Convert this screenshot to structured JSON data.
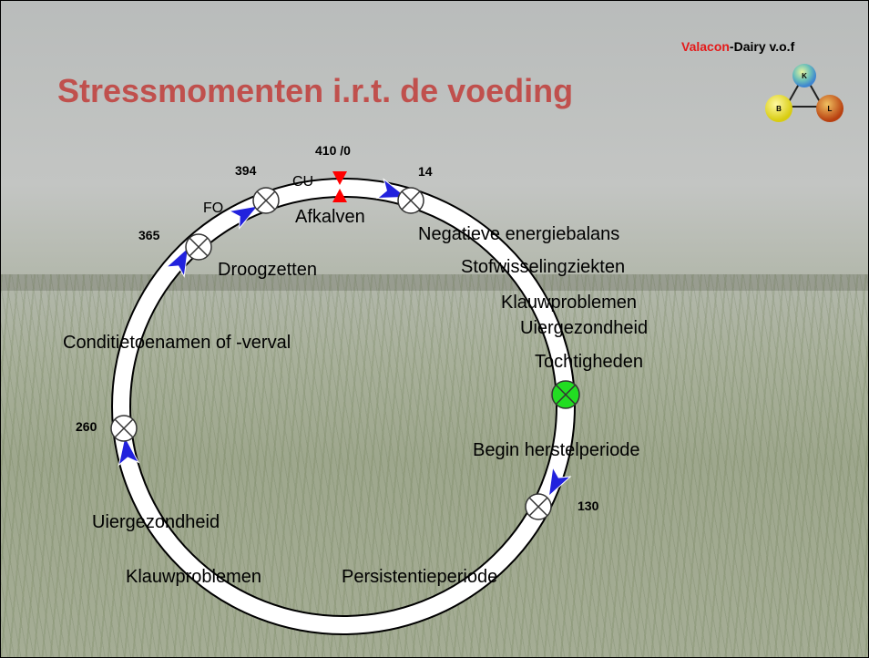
{
  "title": "Stressmomenten i.r.t. de voeding",
  "brand": {
    "red_part": "Valacon",
    "black_part": "-Dairy v.o.f"
  },
  "logo": {
    "top": "K",
    "left": "B",
    "right": "L",
    "colors": {
      "K": "#4aa3d8",
      "B": "#e8e020",
      "L": "#c85018"
    }
  },
  "cycle": {
    "markers": [
      {
        "id": "m-0",
        "day": "410 /0",
        "type": "hourglass",
        "color": "#ff0000"
      },
      {
        "id": "m-14",
        "day": "14",
        "type": "circle-x",
        "color": "#ffffff"
      },
      {
        "id": "m-toch",
        "day": "",
        "type": "circle-x",
        "color": "#22dd22"
      },
      {
        "id": "m-130",
        "day": "130",
        "type": "circle-x",
        "color": "#ffffff"
      },
      {
        "id": "m-260",
        "day": "260",
        "type": "circle-x",
        "color": "#ffffff"
      },
      {
        "id": "m-365",
        "day": "365",
        "type": "circle-x",
        "color": "#ffffff"
      },
      {
        "id": "m-394",
        "day": "394",
        "type": "circle-x",
        "color": "#ffffff"
      }
    ],
    "abbreviations": {
      "cu": "CU",
      "fo": "FO"
    },
    "labels": {
      "afkalven": "Afkalven",
      "negatieve": "Negatieve energiebalans",
      "stofwisseling": "Stofwisselingziekten",
      "klauw_top": "Klauwproblemen",
      "uier_top": "Uiergezondheid",
      "tochtigheden": "Tochtigheden",
      "herstel": "Begin herstelperiode",
      "persistentie": "Persistentieperiode",
      "klauw_bottom": "Klauwproblemen",
      "uier_bottom": "Uiergezondheid",
      "conditie": "Conditietoenamen of -verval",
      "droogzetten": "Droogzetten"
    },
    "arrow_color": "#2222dd"
  }
}
